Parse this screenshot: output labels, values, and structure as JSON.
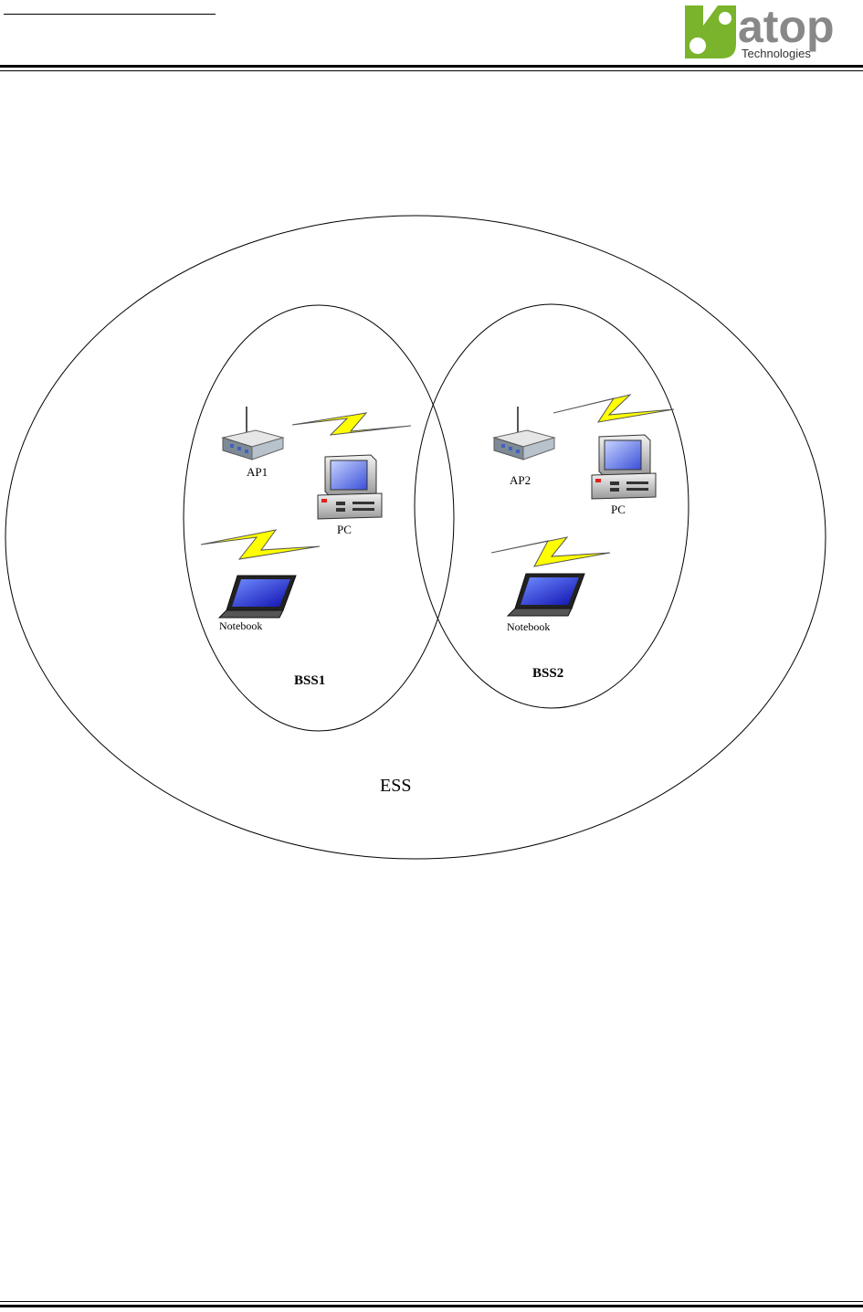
{
  "header": {
    "logo": {
      "word": "atop",
      "tagline": "Technologies",
      "color": "#7ab42c"
    }
  },
  "diagram": {
    "ess_label": "ESS",
    "bss": [
      {
        "label": "BSS1",
        "ap_label": "AP1",
        "pc_label": "PC",
        "notebook_label": "Notebook"
      },
      {
        "label": "BSS2",
        "ap_label": "AP2",
        "pc_label": "PC",
        "notebook_label": "Notebook"
      }
    ],
    "colors": {
      "signal": "#ffff00",
      "screen": "#2020d0",
      "device": "#c8c8c8"
    }
  }
}
